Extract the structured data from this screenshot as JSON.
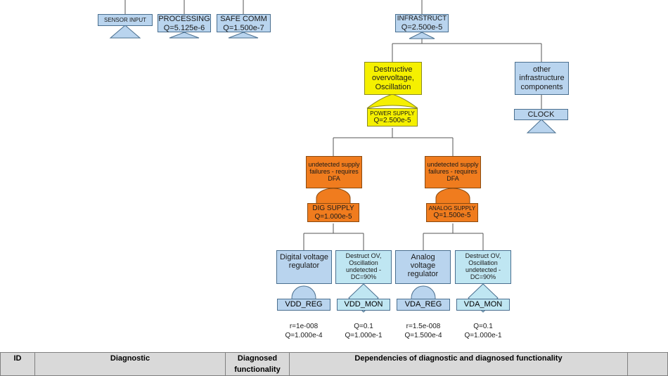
{
  "diagram": {
    "top_gates": [
      {
        "label": "SENSOR INPUT",
        "q": ""
      },
      {
        "label": "PROCESSING",
        "q": "Q=5.125e-6"
      },
      {
        "label": "SAFE COMM",
        "q": "Q=1.500e-7"
      }
    ],
    "infrastruct": {
      "label": "INFRASTRUCT",
      "q": "Q=2.500e-5"
    },
    "destructive": "Destructive overvoltage, Oscillation",
    "other": "other infrastructure components",
    "clock": "CLOCK",
    "power_supply": {
      "label": "POWER SUPPLY",
      "q": "Q=2.500e-5"
    },
    "undetected_dig": "undetected supply failures - requires DFA",
    "undetected_ana": "undetected supply failures - requires DFA",
    "dig_supply": {
      "label": "DIG SUPPLY",
      "q": "Q=1.000e-5"
    },
    "analog_supply": {
      "label": "ANALOG SUPPLY",
      "q": "Q=1.500e-5"
    },
    "leaves": [
      {
        "desc": "Digital voltage regulator",
        "name": "VDD_REG",
        "r": "r=1e-008",
        "q": "Q=1.000e-4"
      },
      {
        "desc": "Destruct OV, Oscillation undetected - DC=90%",
        "name": "VDD_MON",
        "r": "Q=0.1",
        "q": "Q=1.000e-1"
      },
      {
        "desc": "Analog voltage regulator",
        "name": "VDA_REG",
        "r": "r=1.5e-008",
        "q": "Q=1.500e-4"
      },
      {
        "desc": "Destruct OV, Oscillation undetected - DC=90%",
        "name": "VDA_MON",
        "r": "Q=0.1",
        "q": "Q=1.000e-1"
      }
    ]
  },
  "table": {
    "headers": [
      "ID",
      "Diagnostic",
      "Diagnosed functionality",
      "Dependencies of diagnostic and diagnosed functionality",
      ""
    ]
  },
  "colors": {
    "blue": "#b9d4ee",
    "cyan": "#bfe6f2",
    "yellow": "#f5f000",
    "orange": "#f07c1e",
    "line": "#555555"
  }
}
